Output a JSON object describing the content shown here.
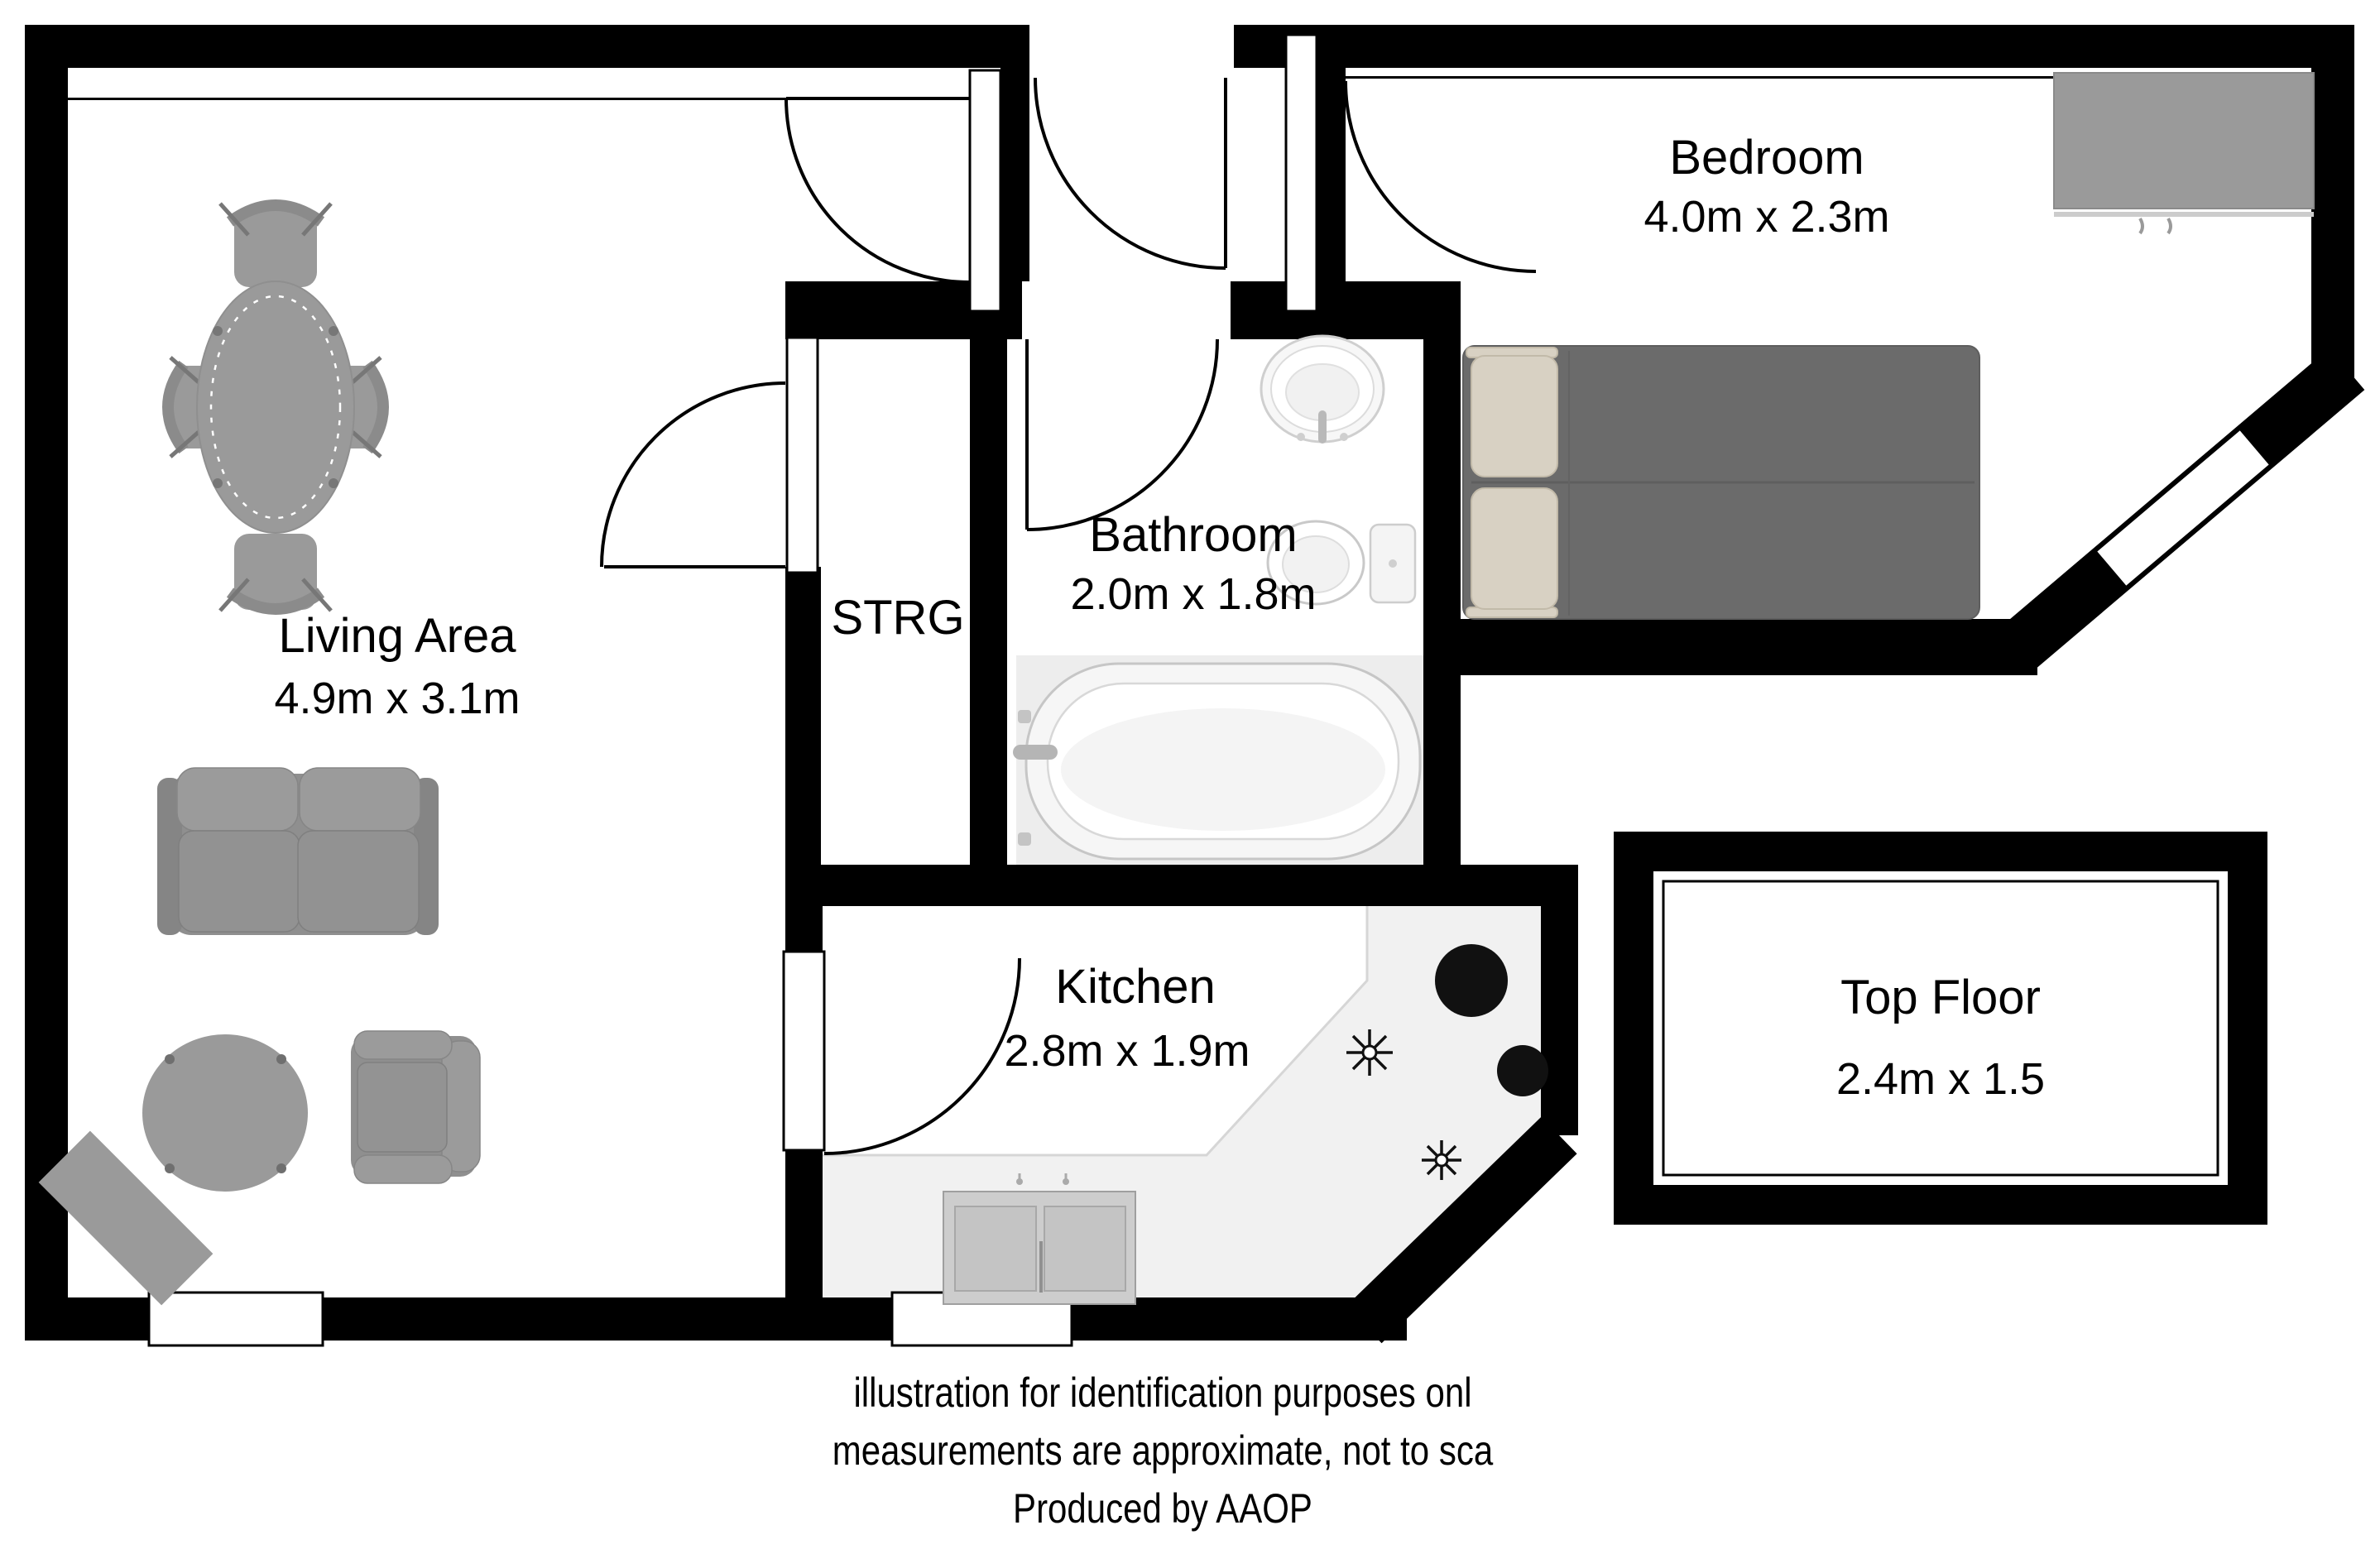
{
  "title": "Apartment floor plan",
  "rooms": {
    "living": {
      "name": "Living Area",
      "dims": "4.9m x 3.1m"
    },
    "storage": {
      "name": "STRG"
    },
    "bathroom": {
      "name": "Bathroom",
      "dims": "2.0m x 1.8m"
    },
    "kitchen": {
      "name": "Kitchen",
      "dims": "2.8m x 1.9m"
    },
    "bedroom": {
      "name": "Bedroom",
      "dims": "4.0m x 2.3m"
    },
    "top_floor": {
      "name": "Top Floor",
      "dims": "2.4m x 1.5"
    }
  },
  "footer": {
    "line1": "illustration for identification purposes onl",
    "line2": "measurements are approximate, not to sca",
    "line3": "Produced by AAOP"
  },
  "colors": {
    "wall": "#000000",
    "furniture_gray": "#9a9a9a",
    "sofa_gray": "#8f8f8f",
    "bed_gray": "#6b6b6b",
    "pillow_beige": "#d8d1c3",
    "kitchen_floor": "#f1f1f1",
    "bath_floor": "#ededed"
  }
}
